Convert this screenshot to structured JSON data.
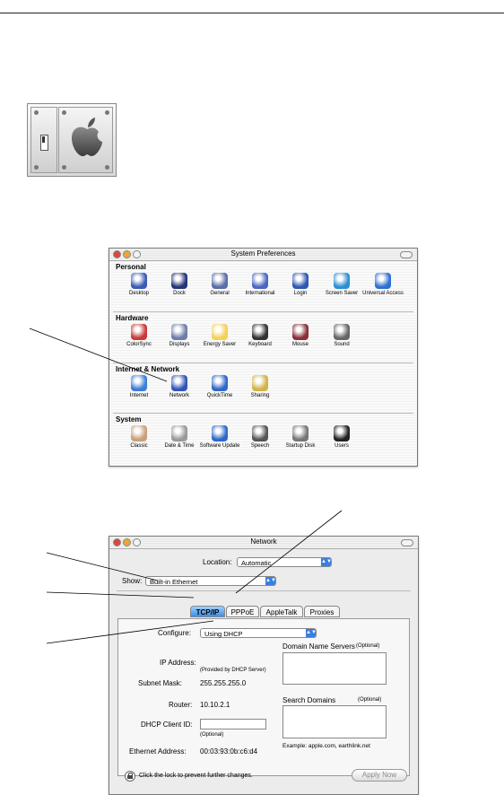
{
  "sysprefs": {
    "title": "System Preferences",
    "sections": [
      {
        "title": "Personal",
        "items": [
          {
            "label": "Desktop",
            "icon": "desktop-icon",
            "color": "#3b5bb5"
          },
          {
            "label": "Dock",
            "icon": "dock-icon",
            "color": "#26357a"
          },
          {
            "label": "General",
            "icon": "general-icon",
            "color": "#5a6ea8"
          },
          {
            "label": "International",
            "icon": "international-icon",
            "color": "#4b68c0"
          },
          {
            "label": "Login",
            "icon": "login-icon",
            "color": "#2f58b3"
          },
          {
            "label": "Screen Saver",
            "icon": "screen-saver-icon",
            "color": "#2d8ed3"
          },
          {
            "label": "Universal Access",
            "icon": "universal-access-icon",
            "color": "#2f6fd3"
          }
        ]
      },
      {
        "title": "Hardware",
        "items": [
          {
            "label": "ColorSync",
            "icon": "colorsync-icon",
            "color": "#c73a3a"
          },
          {
            "label": "Displays",
            "icon": "displays-icon",
            "color": "#6e7ea8"
          },
          {
            "label": "Energy Saver",
            "icon": "energy-saver-icon",
            "color": "#f2d15a"
          },
          {
            "label": "Keyboard",
            "icon": "keyboard-icon",
            "color": "#333333"
          },
          {
            "label": "Mouse",
            "icon": "mouse-icon",
            "color": "#8a2f3a"
          },
          {
            "label": "Sound",
            "icon": "sound-icon",
            "color": "#666666"
          }
        ]
      },
      {
        "title": "Internet & Network",
        "items": [
          {
            "label": "Internet",
            "icon": "internet-icon",
            "color": "#3c7ed8"
          },
          {
            "label": "Network",
            "icon": "network-icon",
            "color": "#3256b8"
          },
          {
            "label": "QuickTime",
            "icon": "quicktime-icon",
            "color": "#2f68c9"
          },
          {
            "label": "Sharing",
            "icon": "sharing-icon",
            "color": "#d2b24a"
          }
        ]
      },
      {
        "title": "System",
        "items": [
          {
            "label": "Classic",
            "icon": "classic-icon",
            "color": "#c9a07a"
          },
          {
            "label": "Date & Time",
            "icon": "date-time-icon",
            "color": "#9a9a9a"
          },
          {
            "label": "Software Update",
            "icon": "software-update-icon",
            "color": "#2f68c9"
          },
          {
            "label": "Speech",
            "icon": "speech-icon",
            "color": "#555555"
          },
          {
            "label": "Startup Disk",
            "icon": "startup-disk-icon",
            "color": "#777777"
          },
          {
            "label": "Users",
            "icon": "users-icon",
            "color": "#222222"
          }
        ]
      }
    ]
  },
  "network": {
    "title": "Network",
    "location_label": "Location:",
    "location_value": "Automatic",
    "show_label": "Show:",
    "show_value": "Built-in Ethernet",
    "tabs": [
      "TCP/IP",
      "PPPoE",
      "AppleTalk",
      "Proxies"
    ],
    "configure_label": "Configure:",
    "configure_value": "Using DHCP",
    "ip_label": "IP Address:",
    "ip_note": "(Provided by DHCP Server)",
    "subnet_label": "Subnet Mask:",
    "subnet_value": "255.255.255.0",
    "router_label": "Router:",
    "router_value": "10.10.2.1",
    "dhcp_label": "DHCP Client ID:",
    "dhcp_note": "(Optional)",
    "ethernet_label": "Ethernet Address:",
    "ethernet_value": "00:03:93:0b:c6:d4",
    "dns_label": "Domain Name Servers",
    "dns_optional": "(Optional)",
    "search_label": "Search Domains",
    "search_optional": "(Optional)",
    "example": "Example: apple.com, earthlink.net",
    "lock_text": "Click the lock to prevent further changes.",
    "apply_label": "Apply Now"
  }
}
